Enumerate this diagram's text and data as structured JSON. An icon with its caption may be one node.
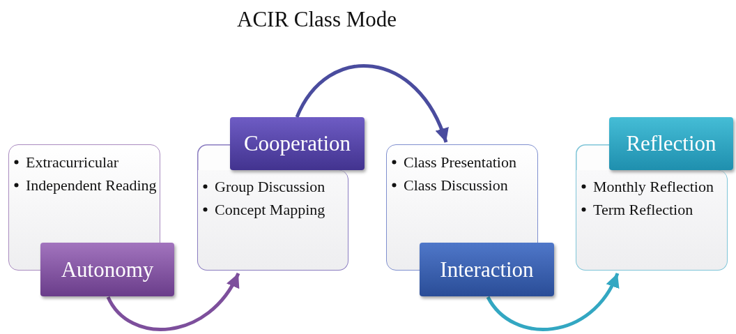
{
  "diagram": {
    "title": "ACIR Class Mode",
    "nodes": [
      {
        "text": [
          "Extracurricular",
          "Independent Reading"
        ]
      },
      {
        "text": [
          "Autonomy"
        ]
      },
      {
        "text": [
          "Group Discussion",
          "Concept Mapping"
        ]
      },
      {
        "text": [
          "Cooperation"
        ]
      },
      {
        "text": [
          "Class Presentation",
          "Class Discussion"
        ]
      },
      {
        "text": [
          "Interaction"
        ]
      },
      {
        "text": [
          "Monthly Reflection",
          "Term Reflection"
        ]
      },
      {
        "text": [
          "Reflection"
        ]
      }
    ],
    "edges": [
      {
        "from": 1,
        "to": 2,
        "arrow": "to",
        "color": "#7d4f9c"
      },
      {
        "from": 3,
        "to": 4,
        "arrow": "to",
        "color": "#4a4c9e"
      },
      {
        "from": 5,
        "to": 6,
        "arrow": "to",
        "color": "#33a7c2"
      }
    ]
  }
}
